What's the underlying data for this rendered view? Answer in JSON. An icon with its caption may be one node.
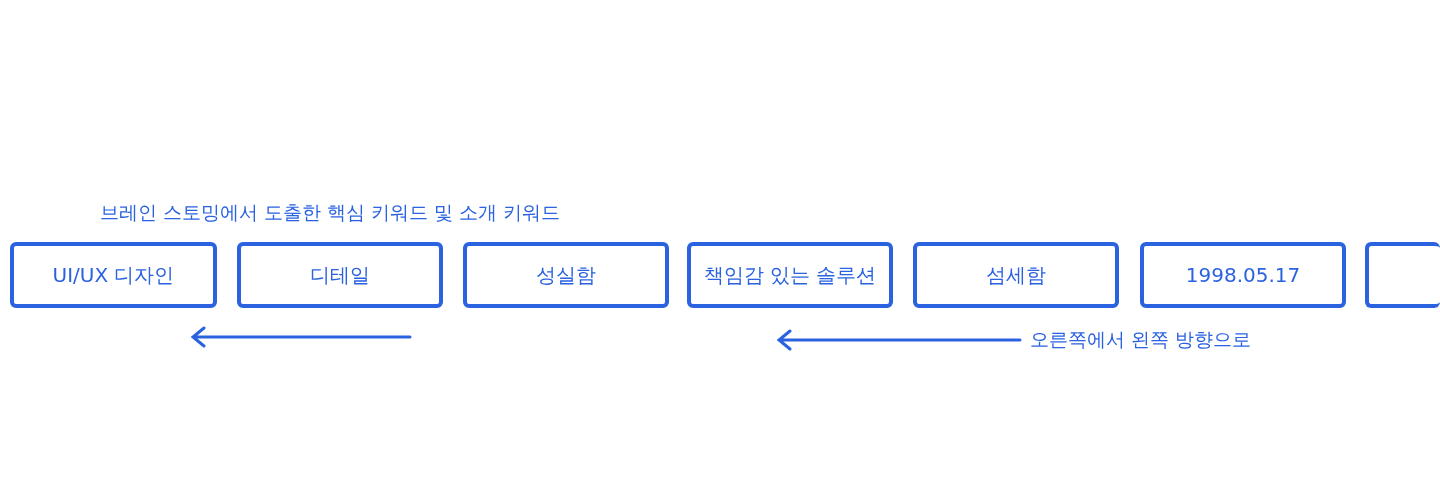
{
  "diagram": {
    "nodes": [
      {
        "text": [
          "UI/UX 디자인"
        ]
      },
      {
        "text": [
          "디테일"
        ]
      },
      {
        "text": [
          "성실함"
        ]
      },
      {
        "text": [
          "책임감 있는 솔루션"
        ]
      },
      {
        "text": [
          "섬세함"
        ]
      },
      {
        "text": [
          "1998.05.17"
        ]
      },
      {
        "text": [],
        "shape": "box"
      }
    ],
    "labels": [
      "브레인 스토밍에서 도출한 핵심 키워드 및 소개 키워드",
      "오른쪽에서 왼쪽 방향으로"
    ]
  }
}
